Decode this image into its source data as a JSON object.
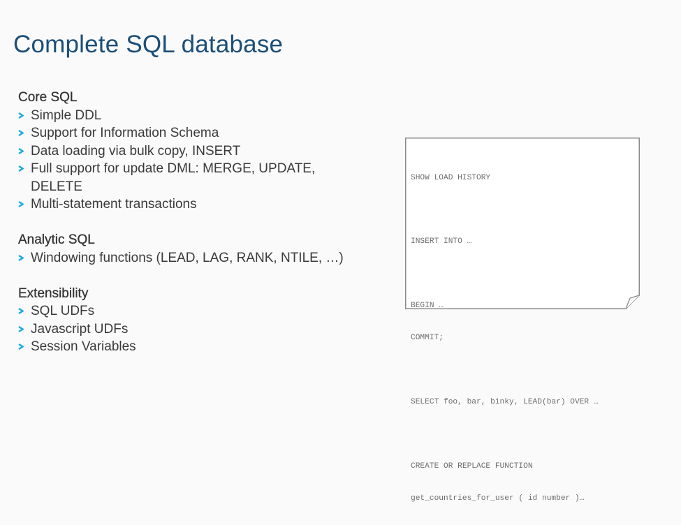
{
  "slide": {
    "title": "Complete SQL database",
    "colors": {
      "title": "#1b4f78",
      "bullet_arrow": "#1ba9e1",
      "body_text": "#3a3a3a",
      "code_text": "#6e6e6e",
      "card_border": "#8a8a8a",
      "background": "#fafafa"
    },
    "sections": [
      {
        "heading": "Core SQL",
        "items": [
          "Simple DDL",
          "Support for Information Schema",
          "Data loading via bulk copy, INSERT",
          "Full support for update DML:  MERGE, UPDATE,",
          "Multi-statement transactions"
        ],
        "item_continuations": {
          "3": "DELETE"
        }
      },
      {
        "heading": "Analytic SQL",
        "items": [
          "Windowing functions (LEAD, LAG, RANK, NTILE, …)"
        ]
      },
      {
        "heading": "Extensibility",
        "items": [
          "SQL UDFs",
          "Javascript UDFs",
          "Session Variables"
        ]
      }
    ],
    "bullet_icon": "chevron-right-icon",
    "code_card": {
      "corner_icon": "page-curl-icon",
      "lines": [
        "SHOW LOAD HISTORY",
        "",
        "INSERT INTO …",
        "",
        "BEGIN …",
        "COMMIT;",
        "",
        "SELECT foo, bar, binky, LEAD(bar) OVER …",
        "",
        "CREATE OR REPLACE FUNCTION",
        "get_countries_for_user ( id number )…"
      ]
    }
  }
}
